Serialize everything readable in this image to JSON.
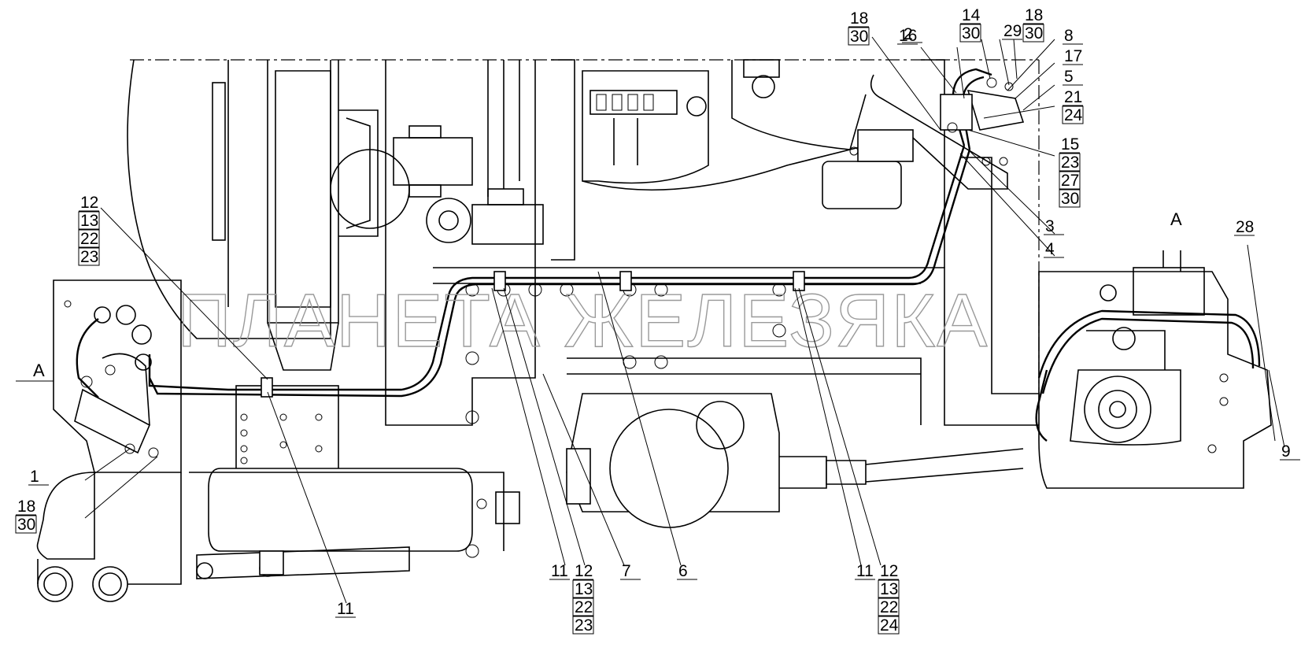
{
  "watermark": "ПЛАНЕТА ЖЕЛЕЗЯКА",
  "view_labels": {
    "left": "А",
    "inset": "А"
  },
  "callouts": {
    "c1": [
      "1"
    ],
    "c2": [
      "2"
    ],
    "c3": [
      "3"
    ],
    "c4": [
      "4"
    ],
    "c6": [
      "6"
    ],
    "c7": [
      "7"
    ],
    "c8": [
      "8"
    ],
    "c9": [
      "9"
    ],
    "c11a": [
      "11"
    ],
    "c11b": [
      "11"
    ],
    "c11c": [
      "11"
    ],
    "c16": [
      "16"
    ],
    "c28": [
      "28"
    ],
    "c29": [
      "29"
    ],
    "c17": [
      "17"
    ],
    "c5": [
      "5"
    ],
    "s1830a": [
      "18",
      "30"
    ],
    "s1830b": [
      "18",
      "30"
    ],
    "s1830c": [
      "18",
      "30"
    ],
    "s1430": [
      "14",
      "30"
    ],
    "s2124": [
      "21",
      "24"
    ],
    "s15": [
      "15",
      "23",
      "27",
      "30"
    ],
    "s12a": [
      "12",
      "13",
      "22",
      "23"
    ],
    "s12b": [
      "12",
      "13",
      "22",
      "23"
    ],
    "s12c": [
      "12",
      "13",
      "22",
      "24"
    ]
  }
}
